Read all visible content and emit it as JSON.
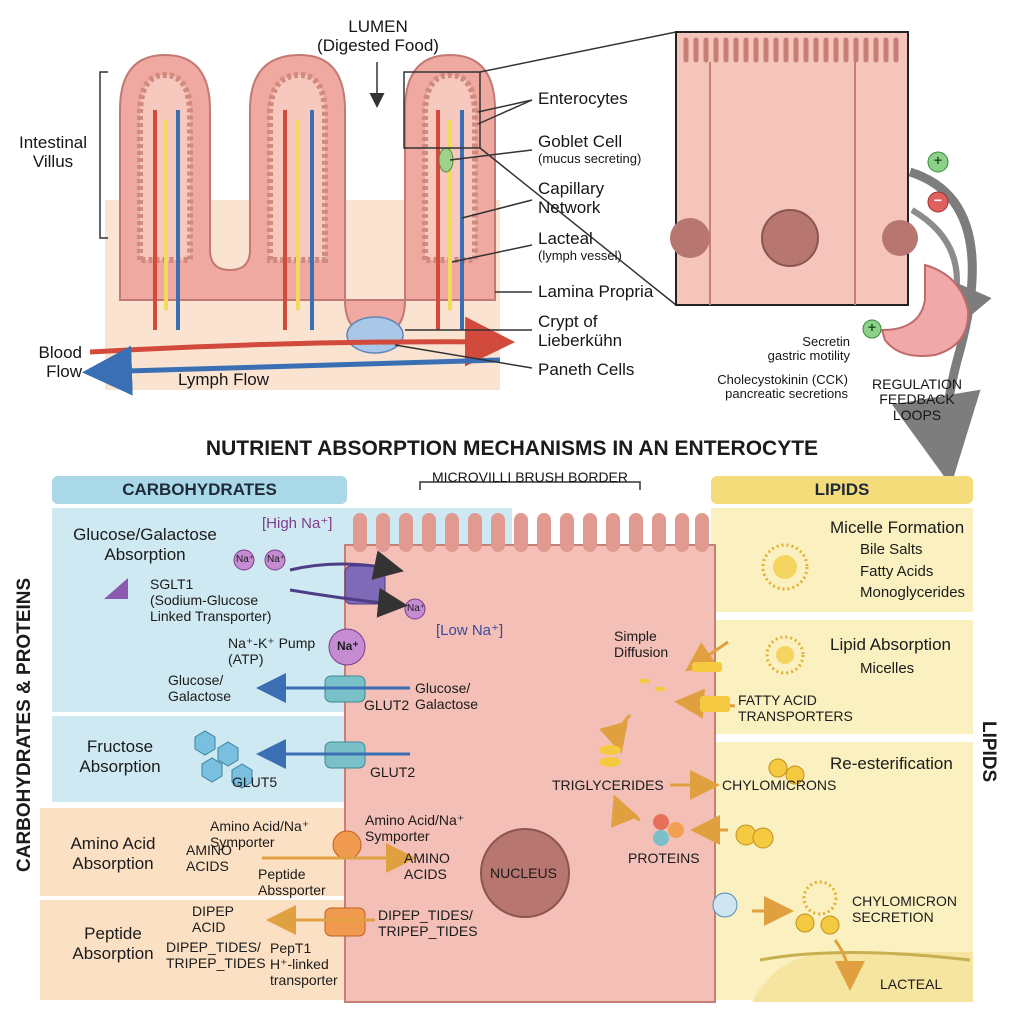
{
  "title": "NUTRIENT ABSORPTION MECHANISMS IN AN ENTEROCYTE",
  "villus": {
    "lumen": "LUMEN",
    "lumen_sub": "(Digested Food)",
    "intestinal_villus": "Intestinal\nVillus",
    "enterocytes": "Enterocytes",
    "goblet_cell": "Goblet Cell",
    "goblet_sub": "(mucus secreting)",
    "capillary": "Capillary\nNetwork",
    "lacteal": "Lacteal",
    "lacteal_sub": "(lymph vessel)",
    "lamina": "Lamina Propria",
    "crypt": "Crypt of\nLieberkühn",
    "paneth": "Paneth Cells",
    "blood_flow": "Blood\nFlow",
    "lymph_flow": "Lymph Flow"
  },
  "regulation": {
    "secretin": "Secretin",
    "gastric": "gastric motility",
    "cck": "Cholecystokinin (CCK)",
    "pancreatic": "pancreatic secretions",
    "loops": "REGULATION\nFEEDBACK\nLOOPS",
    "plus": "+",
    "minus": "−"
  },
  "carbs": {
    "header": "CARBOHYDRATES",
    "side_label": "CARBOHYDRATES & PROTEINS",
    "glucose_title": "Glucose/Galactose\nAbsorption",
    "high_na": "[High Na⁺]",
    "low_na": "[Low Na⁺]",
    "na": "Na⁺",
    "sglt1": "SGLT1\n(Sodium-Glucose\nLinked Transporter)",
    "pump": "Na⁺-K⁺ Pump\n(ATP)",
    "glucose_out": "Glucose/\nGalactose",
    "glut2": "GLUT2",
    "glucose_in": "Glucose/\nGalactose",
    "fructose_title": "Fructose\nAbsorption",
    "glut5": "GLUT5",
    "glut2b": "GLUT2"
  },
  "proteins": {
    "amino_title": "Amino Acid\nAbsorption",
    "symporter": "Amino Acid/Na⁺\nSymporter",
    "amino_left": "AMINO\nACIDS",
    "peptide_abs": "Peptide\nAbssporter",
    "amino_right": "AMINO\nACIDS",
    "peptide_title": "Peptide\nAbsorption",
    "dipep_acid": "DIPEP\nACID",
    "dipep_tides": "DIPEP_TIDES/\nTRIPEP_TIDES",
    "dipep_right": "DIPEP_TIDES/\nTRIPEP_TIDES",
    "pept1": "PepT1\nH⁺-linked\ntransporter"
  },
  "cell": {
    "brush": "MICROVILLI BRUSH BORDER",
    "nucleus": "NUCLEUS",
    "simple_diffusion": "Simple\nDiffusion",
    "fa_transporters": "FATTY ACID\nTRANSPORTERS",
    "triglycerides": "TRIGLYCERIDES",
    "chylomicrons": "CHYLOMICRONS",
    "proteins": "PROTEINS"
  },
  "lipids": {
    "header": "LIPIDS",
    "side_label": "LIPIDS",
    "micelle_formation": "Micelle Formation",
    "bile_salts": "Bile Salts",
    "fatty_acids": "Fatty Acids",
    "monoglycerides": "Monoglycerides",
    "lipid_absorption": "Lipid Absorption",
    "micelles": "Micelles",
    "reesterification": "Re-esterification",
    "chylo_secretion": "CHYLOMICRON\nSECRETION",
    "lacteal": "LACTEAL"
  },
  "colors": {
    "cell_pink": "#f3bfb6",
    "blood_red": "#d24a3c",
    "vein_blue": "#3a6fb4",
    "lymph_yellow": "#f1da5c",
    "carb_blue": "#cfe9f2",
    "protein_orange": "#fbe0c4",
    "lipid_yellow": "#fbf0bf",
    "header_blue": "#a9d8e8",
    "header_yellow": "#f5dc7a"
  }
}
